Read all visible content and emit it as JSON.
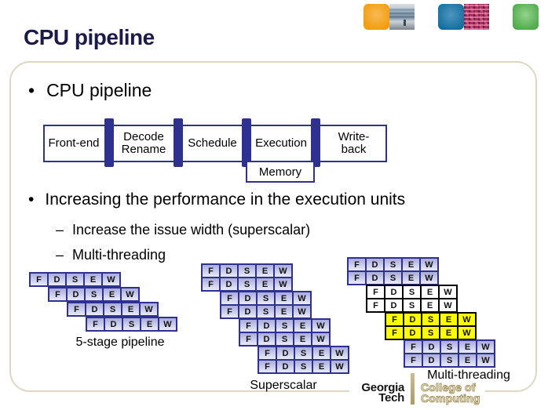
{
  "slide": {
    "title": "CPU pipeline"
  },
  "thumbnails": {
    "items": [
      "orange-swatch",
      "campus-photo",
      "blue-swatch",
      "chip-die-photo",
      "green-swatch"
    ]
  },
  "bullets": {
    "bullet_char": "•",
    "dash_char": "–",
    "item1": "CPU pipeline",
    "item2": "Increasing the performance in the execution units",
    "sub1": "Increase the issue width (superscalar)",
    "sub2": "Multi-threading"
  },
  "pipeline": {
    "stages": [
      {
        "label": "Front-end"
      },
      {
        "label": "Decode\nRename"
      },
      {
        "label": "Schedule"
      },
      {
        "label": "Execution"
      },
      {
        "label": "Write-\nback"
      }
    ],
    "memory_label": "Memory"
  },
  "charts": {
    "letters": [
      "F",
      "D",
      "S",
      "E",
      "W"
    ],
    "five_stage": {
      "caption": "5-stage pipeline",
      "rows": [
        {
          "style": "lavender"
        },
        {
          "style": "lavender"
        },
        {
          "style": "lavender"
        },
        {
          "style": "lavender"
        }
      ]
    },
    "superscalar": {
      "caption": "Superscalar",
      "pairs": [
        {
          "style": "lavender"
        },
        {
          "style": "lavender"
        },
        {
          "style": "lavender"
        },
        {
          "style": "lavender"
        }
      ]
    },
    "multithreading": {
      "caption": "Multi-threading",
      "pairs": [
        {
          "style": "lavender"
        },
        {
          "style": "white"
        },
        {
          "style": "yellow"
        },
        {
          "style": "lavender"
        }
      ]
    }
  },
  "logo": {
    "institute_line1": "Georgia",
    "institute_line2": "Tech",
    "college_line1": "College of",
    "college_line2": "Computing"
  },
  "colors": {
    "accent_blue": "#2f3191",
    "frame_border": "#ddd7c3",
    "title_navy": "#1b1b4a",
    "cell_lavender_top": "#a9abdc",
    "cell_lavender_bottom": "#e9eaf8",
    "thread_yellow": "#ffff00"
  }
}
